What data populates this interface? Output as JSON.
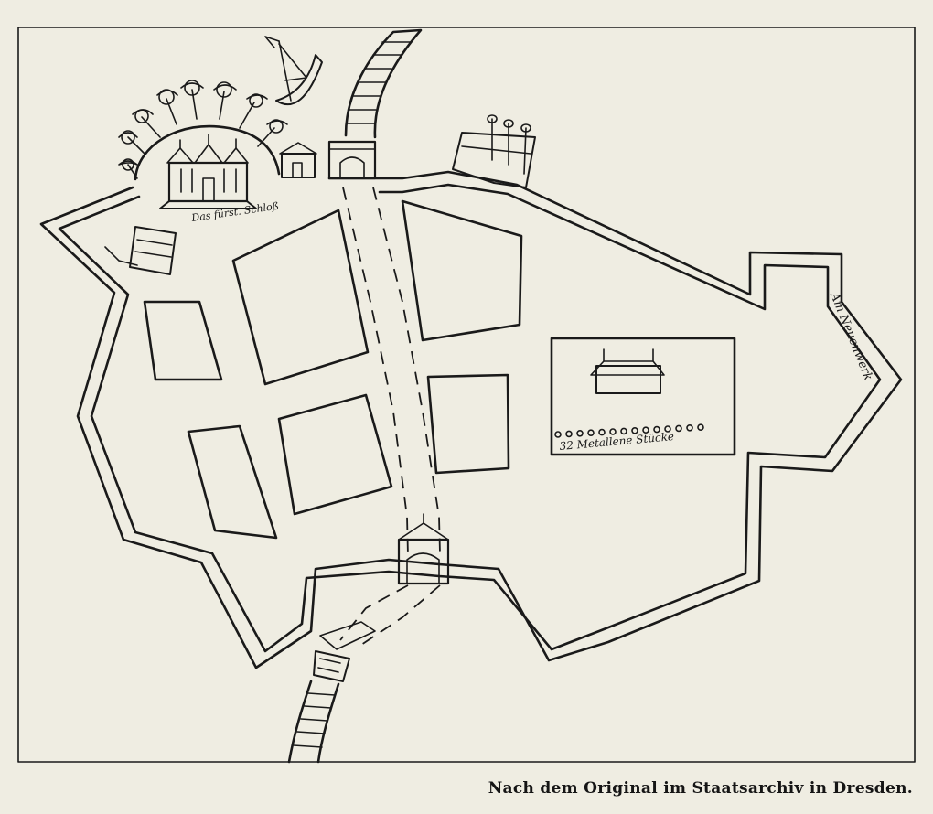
{
  "labels": {
    "castle": "Das fürst. Schloß",
    "east_side": "Am Neuenwerk",
    "cannons": "32 Metallene Stücke",
    "caption": "Nach dem Original im Staatsarchiv in Dresden."
  },
  "features": {
    "cannon_count": 32,
    "ink_color": "#1a1a1a",
    "paper_color": "#efede2"
  }
}
